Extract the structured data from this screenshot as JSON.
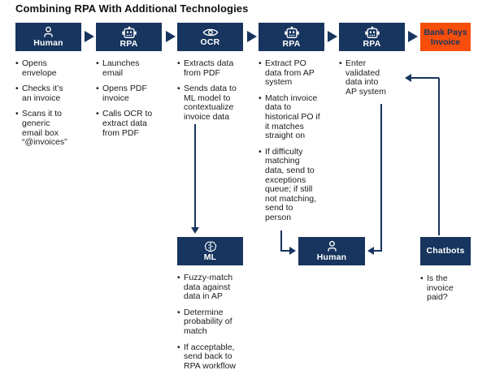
{
  "title": "Combining RPA With Additional Technologies",
  "colors": {
    "navy": "#17355E",
    "orange": "#F74E0B",
    "text": "#1B1B1B",
    "box_text": "#FFFFFF"
  },
  "flow": {
    "steps": [
      {
        "label": "Human",
        "icon": "person-icon",
        "items": [
          "Opens envelope",
          "Checks it’s an invoice",
          "Scans it to generic email box “@invoices”"
        ]
      },
      {
        "label": "RPA",
        "icon": "robot-icon",
        "items": [
          "Launches email",
          "Opens PDF invoice",
          "Calls OCR to extract data from PDF"
        ]
      },
      {
        "label": "OCR",
        "icon": "eye-icon",
        "items": [
          "Extracts data from PDF",
          "Sends data to ML model to contextualize invoice data"
        ]
      },
      {
        "label": "RPA",
        "icon": "robot-icon",
        "items": [
          "Extract PO data from AP system",
          "Match invoice data to historical PO if it matches straight on",
          "If difficulty matching data, send to exceptions queue; if still not matching, send to person"
        ]
      },
      {
        "label": "RPA",
        "icon": "robot-icon",
        "items": [
          "Enter validated data into AP system"
        ]
      },
      {
        "label": "Bank Pays Invoice",
        "icon": null,
        "items": []
      }
    ],
    "secondary": [
      {
        "label": "ML",
        "icon": "brain-icon",
        "items": [
          "Fuzzy-match data against data in AP",
          "Determine probability of match",
          "If acceptable, send back to RPA workflow"
        ]
      },
      {
        "label": "Human",
        "icon": "person-icon",
        "items": []
      },
      {
        "label": "Chatbots",
        "icon": null,
        "items": [
          "Is the invoice paid?"
        ]
      }
    ]
  }
}
